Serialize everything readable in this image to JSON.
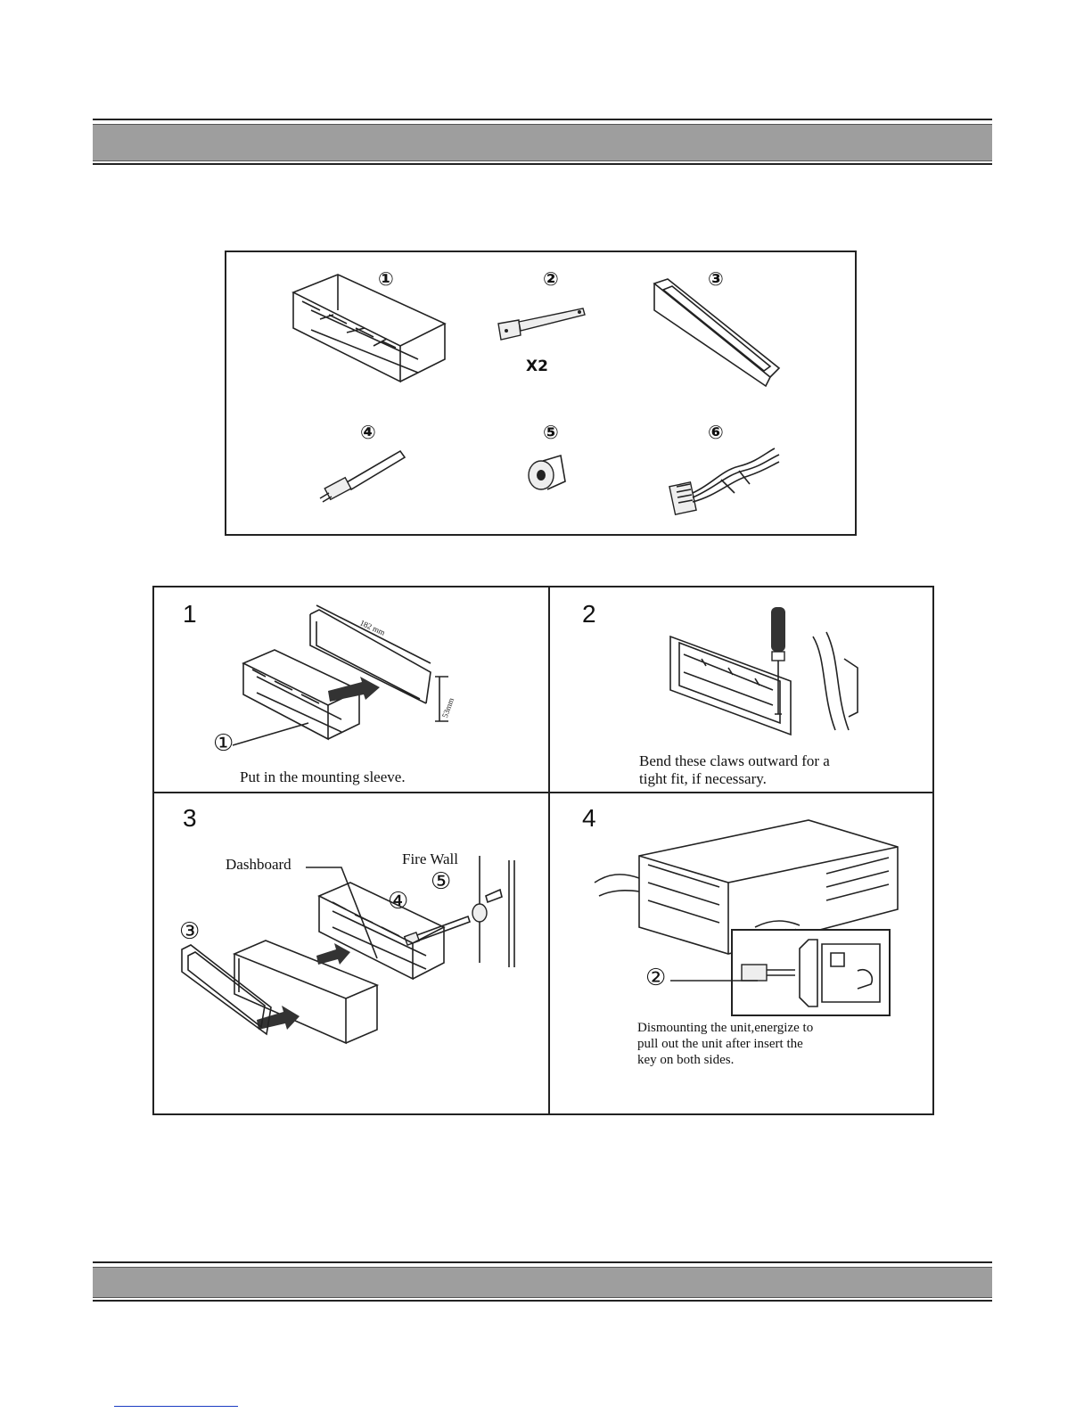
{
  "parts_box": {
    "items": [
      {
        "num": "①",
        "icon": "mounting-sleeve-icon"
      },
      {
        "num": "②",
        "icon": "release-key-icon",
        "qty": "X2"
      },
      {
        "num": "③",
        "icon": "trim-frame-icon"
      },
      {
        "num": "④",
        "icon": "bolt-icon"
      },
      {
        "num": "⑤",
        "icon": "rubber-bushing-icon"
      },
      {
        "num": "⑥",
        "icon": "wire-harness-icon"
      }
    ]
  },
  "steps": [
    {
      "num": "1",
      "caption": "Put in the mounting sleeve.",
      "callout": "①",
      "dim_w": "182 mm",
      "dim_h": "53mm"
    },
    {
      "num": "2",
      "caption_line1": "Bend these claws outward for a",
      "caption_line2": "tight fit, if necessary."
    },
    {
      "num": "3",
      "label_dashboard": "Dashboard",
      "label_firewall": "Fire Wall",
      "callout_bolt": "④",
      "callout_bushing": "⑤",
      "callout_frame": "③"
    },
    {
      "num": "4",
      "callout_key": "②",
      "caption_line1": "Dismounting the unit,energize to",
      "caption_line2": "pull out the unit after insert the",
      "caption_line3": "key on both sides."
    }
  ]
}
